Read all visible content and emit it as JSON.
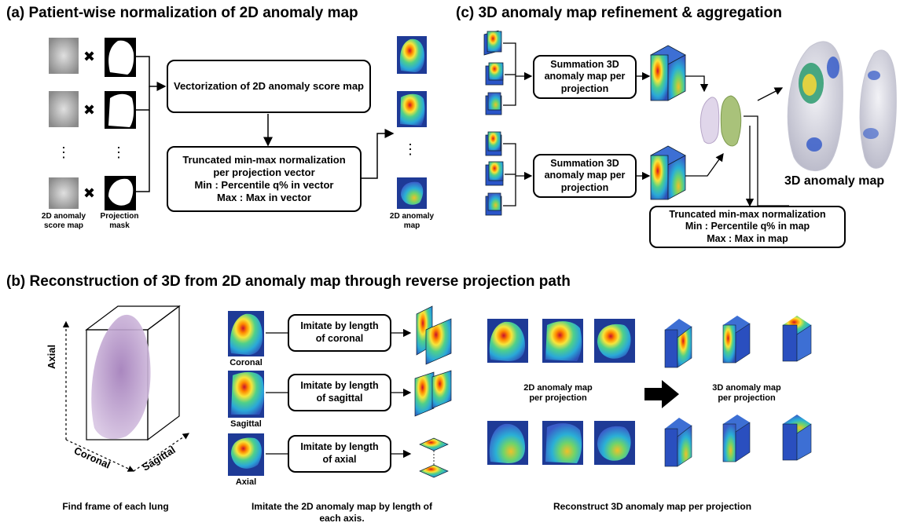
{
  "panel_a": {
    "title": "(a) Patient-wise normalization of 2D anomaly map",
    "box1": "Vectorization of  2D anomaly score map",
    "box2": "Truncated min-max normalization\nper projection vector\nMin : Percentile q% in vector\nMax : Max in vector",
    "label_score_map": "2D anomaly\nscore map",
    "label_mask": "Projection\nmask",
    "label_anomaly_map": "2D anomaly\nmap",
    "multiply_symbol": "✖"
  },
  "panel_c": {
    "title": "(c) 3D anomaly map refinement & aggregation",
    "box_sum_top": "Summation 3D\nanomaly map per\nprojection",
    "box_sum_bottom": "Summation 3D\nanomaly map per\nprojection",
    "box_norm": "Truncated min-max normalization\nMin : Percentile q% in map\nMax : Max in map",
    "label_3d_map": "3D anomaly map"
  },
  "panel_b": {
    "title": "(b) Reconstruction of 3D from 2D anomaly map through reverse projection path",
    "axis_axial": "Axial",
    "axis_coronal": "Coronal",
    "axis_sagittal": "Sagittal",
    "caption_frame": "Find frame of each lung",
    "box_coronal": "Imitate by length\nof coronal",
    "box_sagittal": "Imitate by length\nof sagittal",
    "box_axial": "Imitate by length\nof axial",
    "label_coronal": "Coronal",
    "label_sagittal": "Sagittal",
    "label_axial": "Axial",
    "caption_imitate": "Imitate the 2D anomaly map by length of\neach axis.",
    "label_2d_per_proj": "2D anomaly map\nper projection",
    "label_3d_per_proj": "3D anomaly map\nper projection",
    "caption_reconstruct": "Reconstruct 3D anomaly map per projection"
  }
}
